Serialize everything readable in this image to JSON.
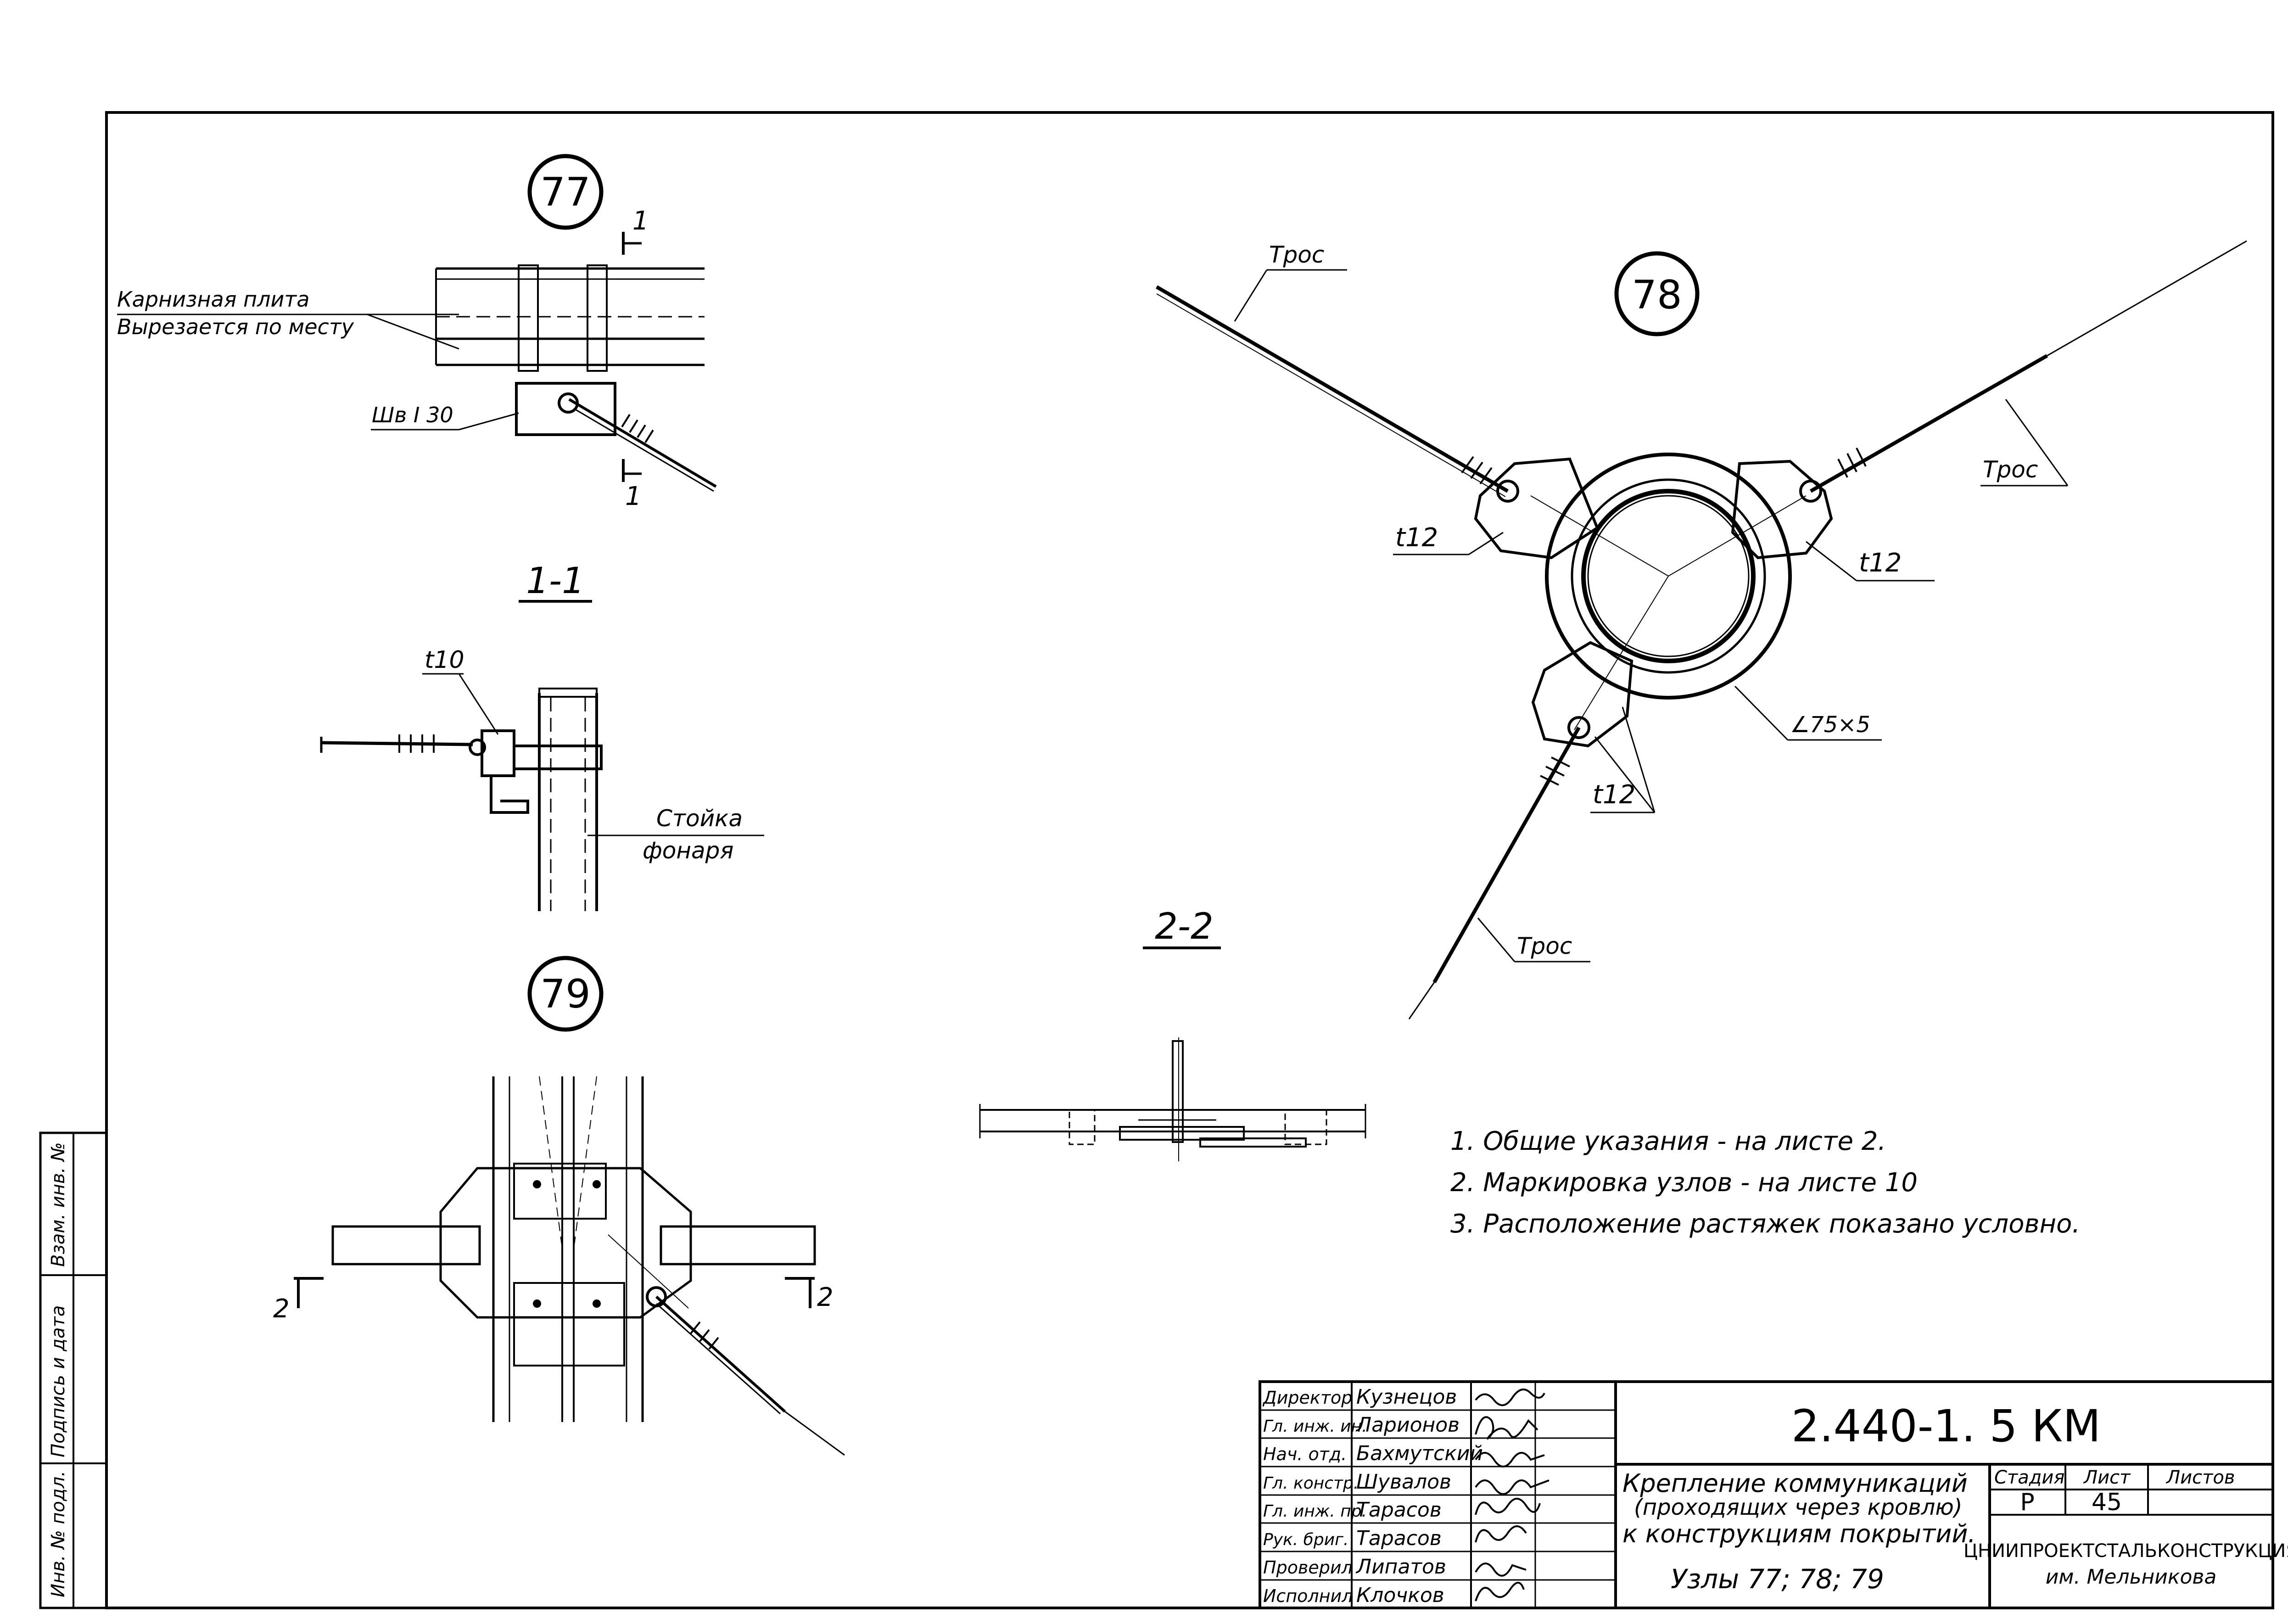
{
  "nodes": {
    "n77": "77",
    "n78": "78",
    "n79": "79"
  },
  "detail77": {
    "cornice_line1": "Карнизная плита",
    "cornice_line2": "Вырезается по месту",
    "channel": "Шв I 30",
    "cut_mark": "1"
  },
  "section11": {
    "title": "1-1",
    "plate": "t10",
    "post_line1": "Стойка",
    "post_line2": "фонаря"
  },
  "detail78": {
    "cable_left": "Трос",
    "cable_right": "Трос",
    "cable_bottom": "Трос",
    "plate_left": "t12",
    "plate_right": "t12",
    "plate_bottom": "t12",
    "angle": "∠75×5"
  },
  "section22": {
    "title": "2-2"
  },
  "detail79": {
    "cut_mark_left": "2",
    "cut_mark_right": "2"
  },
  "notes": [
    "1. Общие указания - на листе 2.",
    "2. Маркировка узлов - на листе 10",
    "3. Расположение растяжек показано условно."
  ],
  "side_stamp": {
    "c1": "Взам. инв. №",
    "c2": "Подпись и дата",
    "c3": "Инв. № подл."
  },
  "title_block": {
    "code": "2.440-1. 5 КМ",
    "description": [
      "Крепление коммуникаций",
      "(проходящих через кровлю)",
      "к конструкциям покрытий.",
      "Узлы 77; 78; 79"
    ],
    "stage_header": "Стадия",
    "sheet_header": "Лист",
    "sheets_header": "Листов",
    "stage": "Р",
    "sheet": "45",
    "sheets": "",
    "org_line1": "ЦНИИПРОЕКТСТАЛЬКОНСТРУКЦИЯ",
    "org_line2": "им. Мельникова",
    "staff": [
      {
        "role": "Директор",
        "name": "Кузнецов"
      },
      {
        "role": "Гл. инж. ин.",
        "name": "Ларионов"
      },
      {
        "role": "Нач. отд.",
        "name": "Бахмутский"
      },
      {
        "role": "Гл. констр.",
        "name": "Шувалов"
      },
      {
        "role": "Гл. инж. пр.",
        "name": "Тарасов"
      },
      {
        "role": "Рук. бриг.",
        "name": "Тарасов"
      },
      {
        "role": "Проверил",
        "name": "Липатов"
      },
      {
        "role": "Исполнил",
        "name": "Клочков"
      }
    ]
  }
}
